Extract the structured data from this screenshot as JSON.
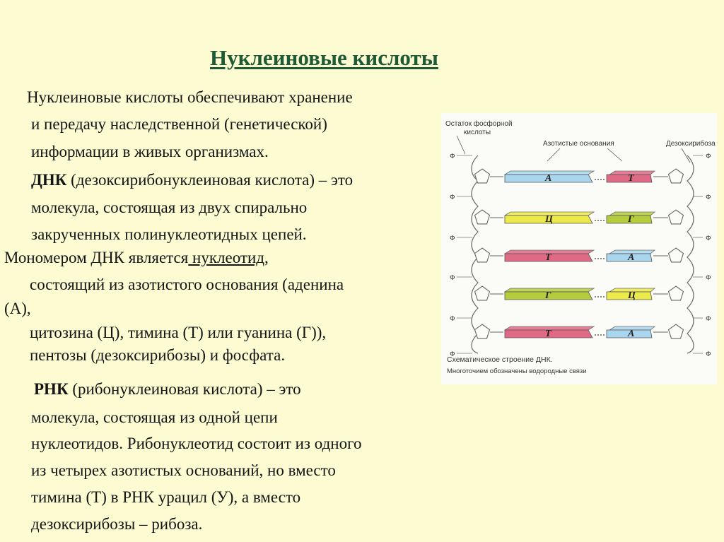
{
  "title": "Нуклеиновые кислоты",
  "paragraph1": {
    "l1": "Нуклеиновые кислоты обеспечивают хранение",
    "l2": "и передачу наследственной (генетической)",
    "l3": "информации в живых организмах."
  },
  "dna": {
    "term": "ДНК",
    "l1_rest": " (дезоксирибонуклеиновая кислота) – это",
    "l2": "молекула, состоящая из двух спирально",
    "l3": "закрученных полинуклеотидных цепей."
  },
  "monomer": {
    "l1_pre": "Мономером ДНК является",
    "l1_link": " нуклеотид",
    "l1_post": ",",
    "l2": "состоящий из азотистого основания (аденина",
    "l3": "(А),",
    "l4": "цитозина (Ц), тимина (Т) или гуанина (Г)),",
    "l5": "пентозы (дезоксирибозы) и фосфата."
  },
  "rna": {
    "term": "РНК",
    "l1_rest": " (рибонуклеиновая кислота) – это",
    "l2": "молекула, состоящая из одной цепи",
    "l3": "нуклеотидов. Рибонуклеотид состоит из одного",
    "l4": "из четырех азотистых оснований, но вместо",
    "l5": "тимина (Т) в РНК урацил (У), а вместо",
    "l6": "дезоксирибозы – рибоза."
  },
  "figure": {
    "label_phosphate_1": "Остаток фосфорной",
    "label_phosphate_2": "кислоты",
    "label_bases": "Азотистые основания",
    "label_deoxyribose": "Дезоксирибоза",
    "phosphate_symbol": "Ф",
    "caption": "Схематическое строение ДНК.",
    "caption2": "Многоточием обозначены водородные связи",
    "pairs": [
      {
        "left": "А",
        "right": "Т"
      },
      {
        "left": "Ц",
        "right": "Г"
      },
      {
        "left": "Т",
        "right": "А"
      },
      {
        "left": "Г",
        "right": "Ц"
      },
      {
        "left": "Т",
        "right": "А"
      }
    ],
    "colors": {
      "A": "#a9d6ee",
      "T": "#e06a86",
      "C": "#ecea4a",
      "G": "#b5cd3c"
    }
  }
}
